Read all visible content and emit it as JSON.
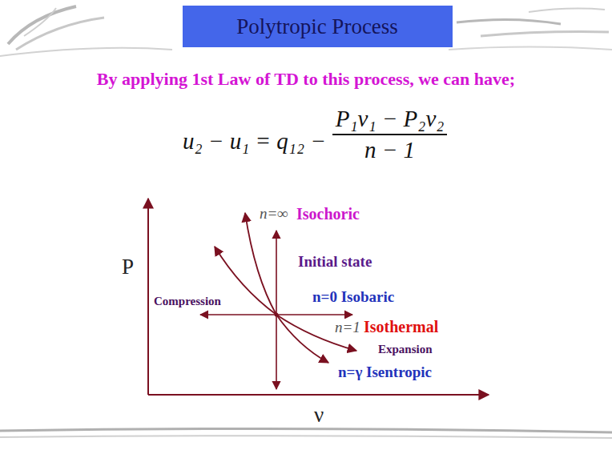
{
  "diagram": {
    "title": "Polytropic Process",
    "labels": [
      "By applying 1st Law of TD to this process, we can have;",
      "u₂ − u₁ = q₁₂ −",
      "P₁ν₁ − P₂ν₂",
      "n − 1",
      "n=∞",
      "Isochoric",
      "Initial state",
      "n=0 Isobaric",
      "Compression",
      "n=1",
      "Isothermal",
      "Expansion",
      "n=γ Isentropic",
      "P",
      "ν"
    ]
  }
}
